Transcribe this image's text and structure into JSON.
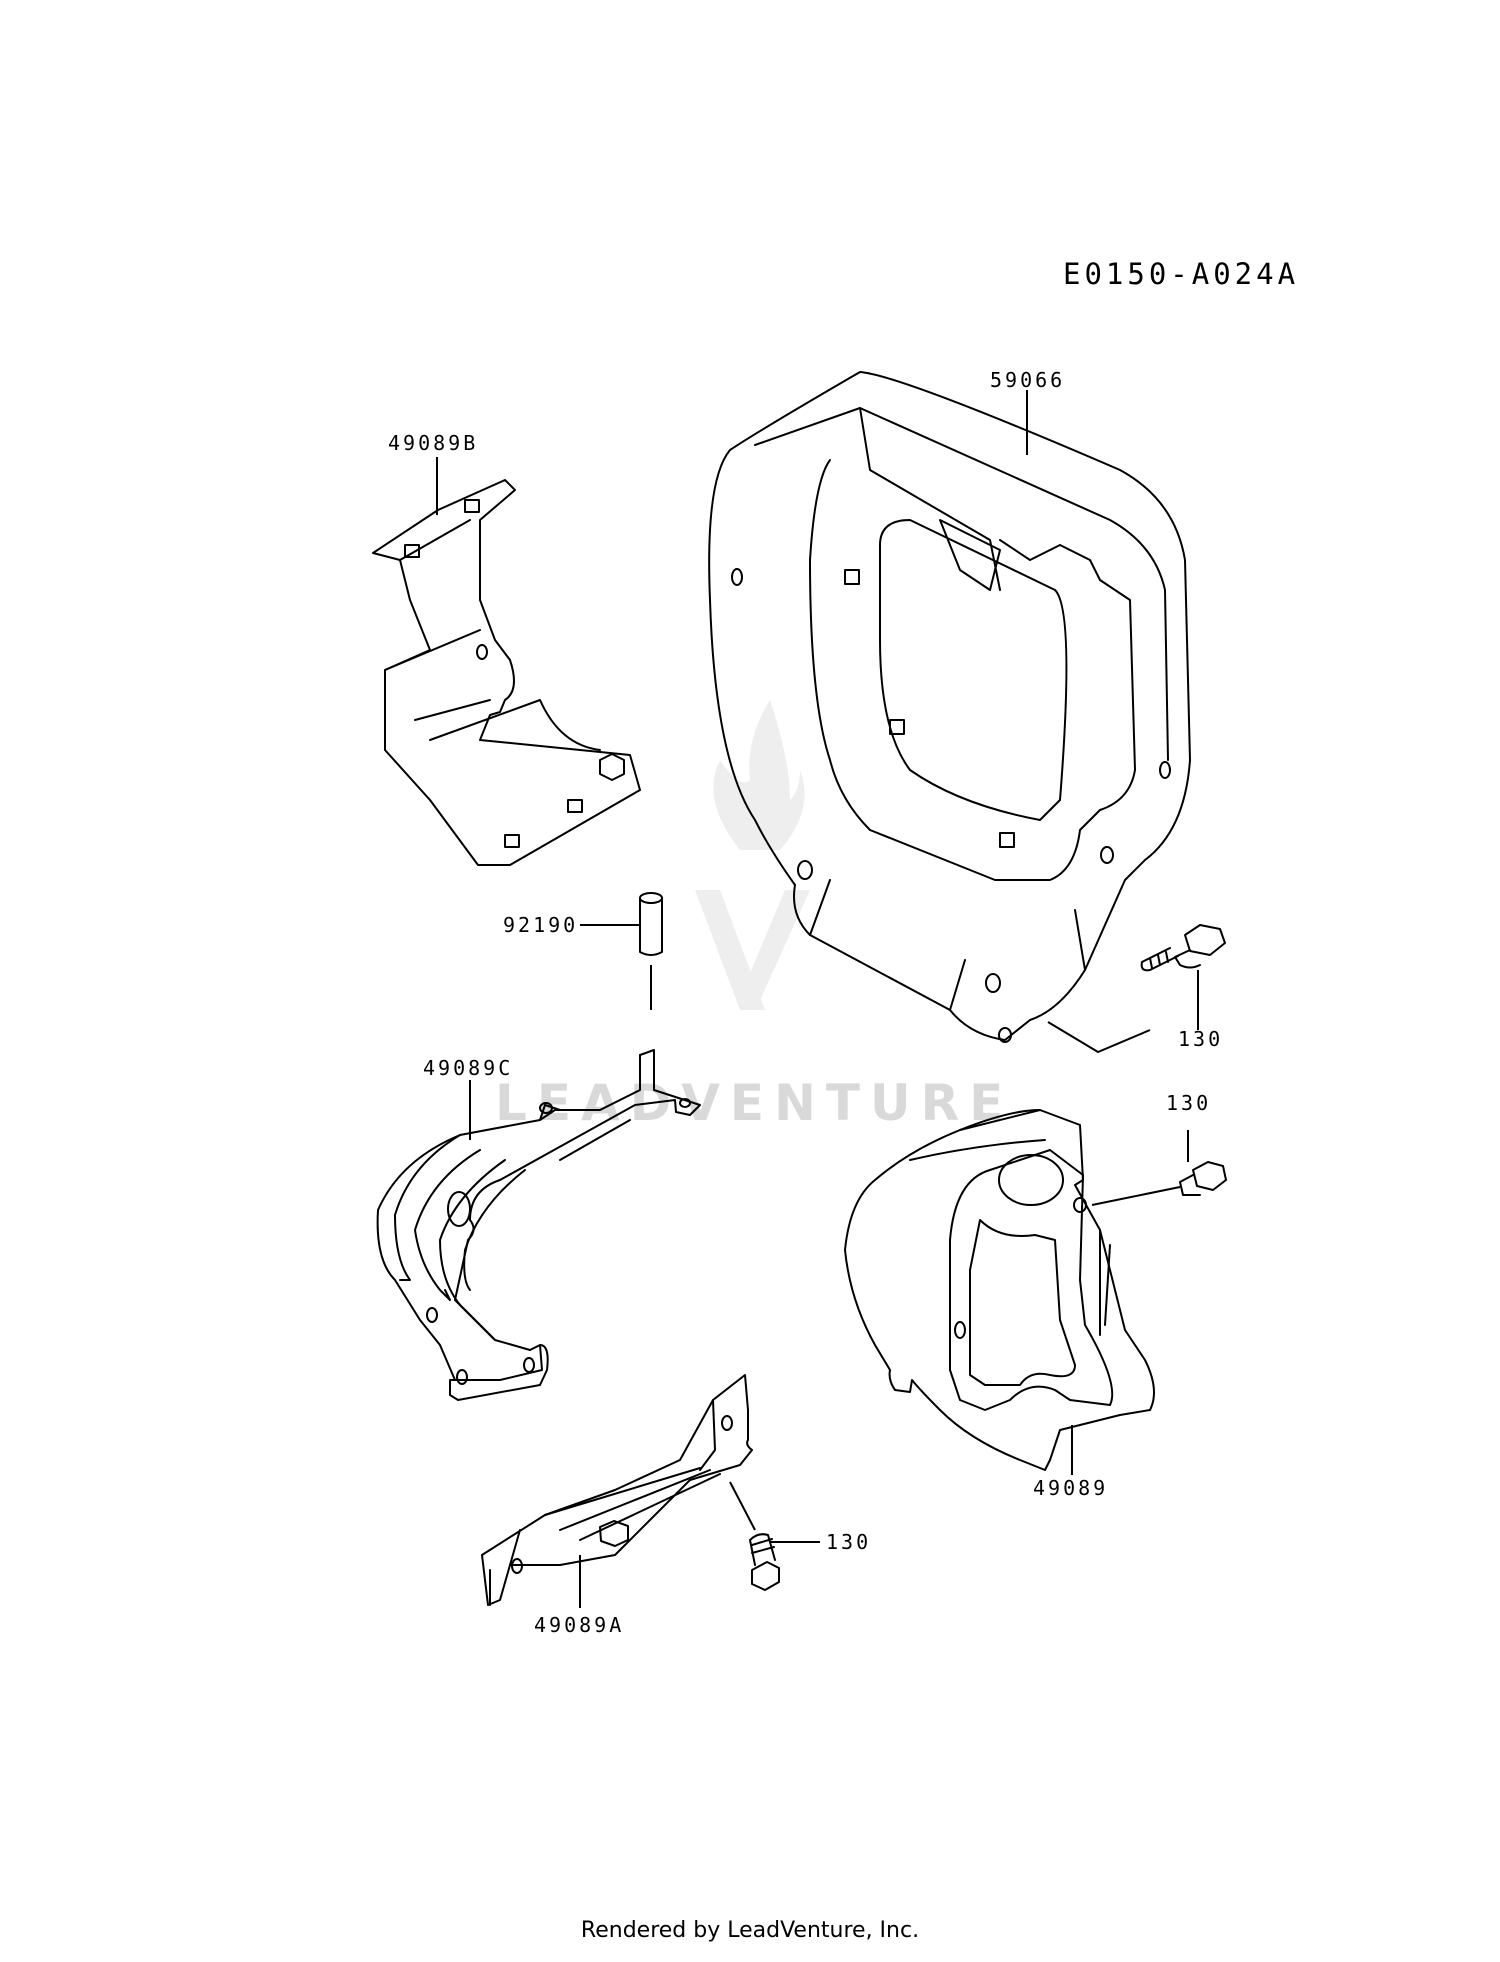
{
  "diagram": {
    "code": "E0150-A024A",
    "callouts": {
      "p59066": "59066",
      "p49089B": "49089B",
      "p92190": "92190",
      "p130_a": "130",
      "p49089C": "49089C",
      "p130_b": "130",
      "p49089": "49089",
      "p130_c": "130",
      "p49089A": "49089A"
    },
    "watermark": "LEADVENTURE"
  },
  "footer": {
    "text": "Rendered by LeadVenture, Inc."
  }
}
